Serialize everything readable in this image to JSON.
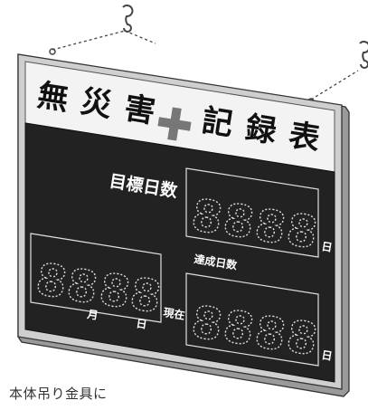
{
  "board": {
    "title_chars": [
      "無",
      "災",
      "害",
      "記",
      "録",
      "表"
    ],
    "target_label": "目標日数",
    "achieved_label": "達成日数",
    "current_label": "現在",
    "month_label": "月",
    "day_label": "日",
    "target_day_unit": "日",
    "achieved_day_unit": "日",
    "digit_text": "8",
    "colors": {
      "frame": "#c8c8c8",
      "header": "#f2f2f2",
      "panel": "#222222",
      "cross": "#777777"
    }
  },
  "caption": "本体吊り金具に"
}
